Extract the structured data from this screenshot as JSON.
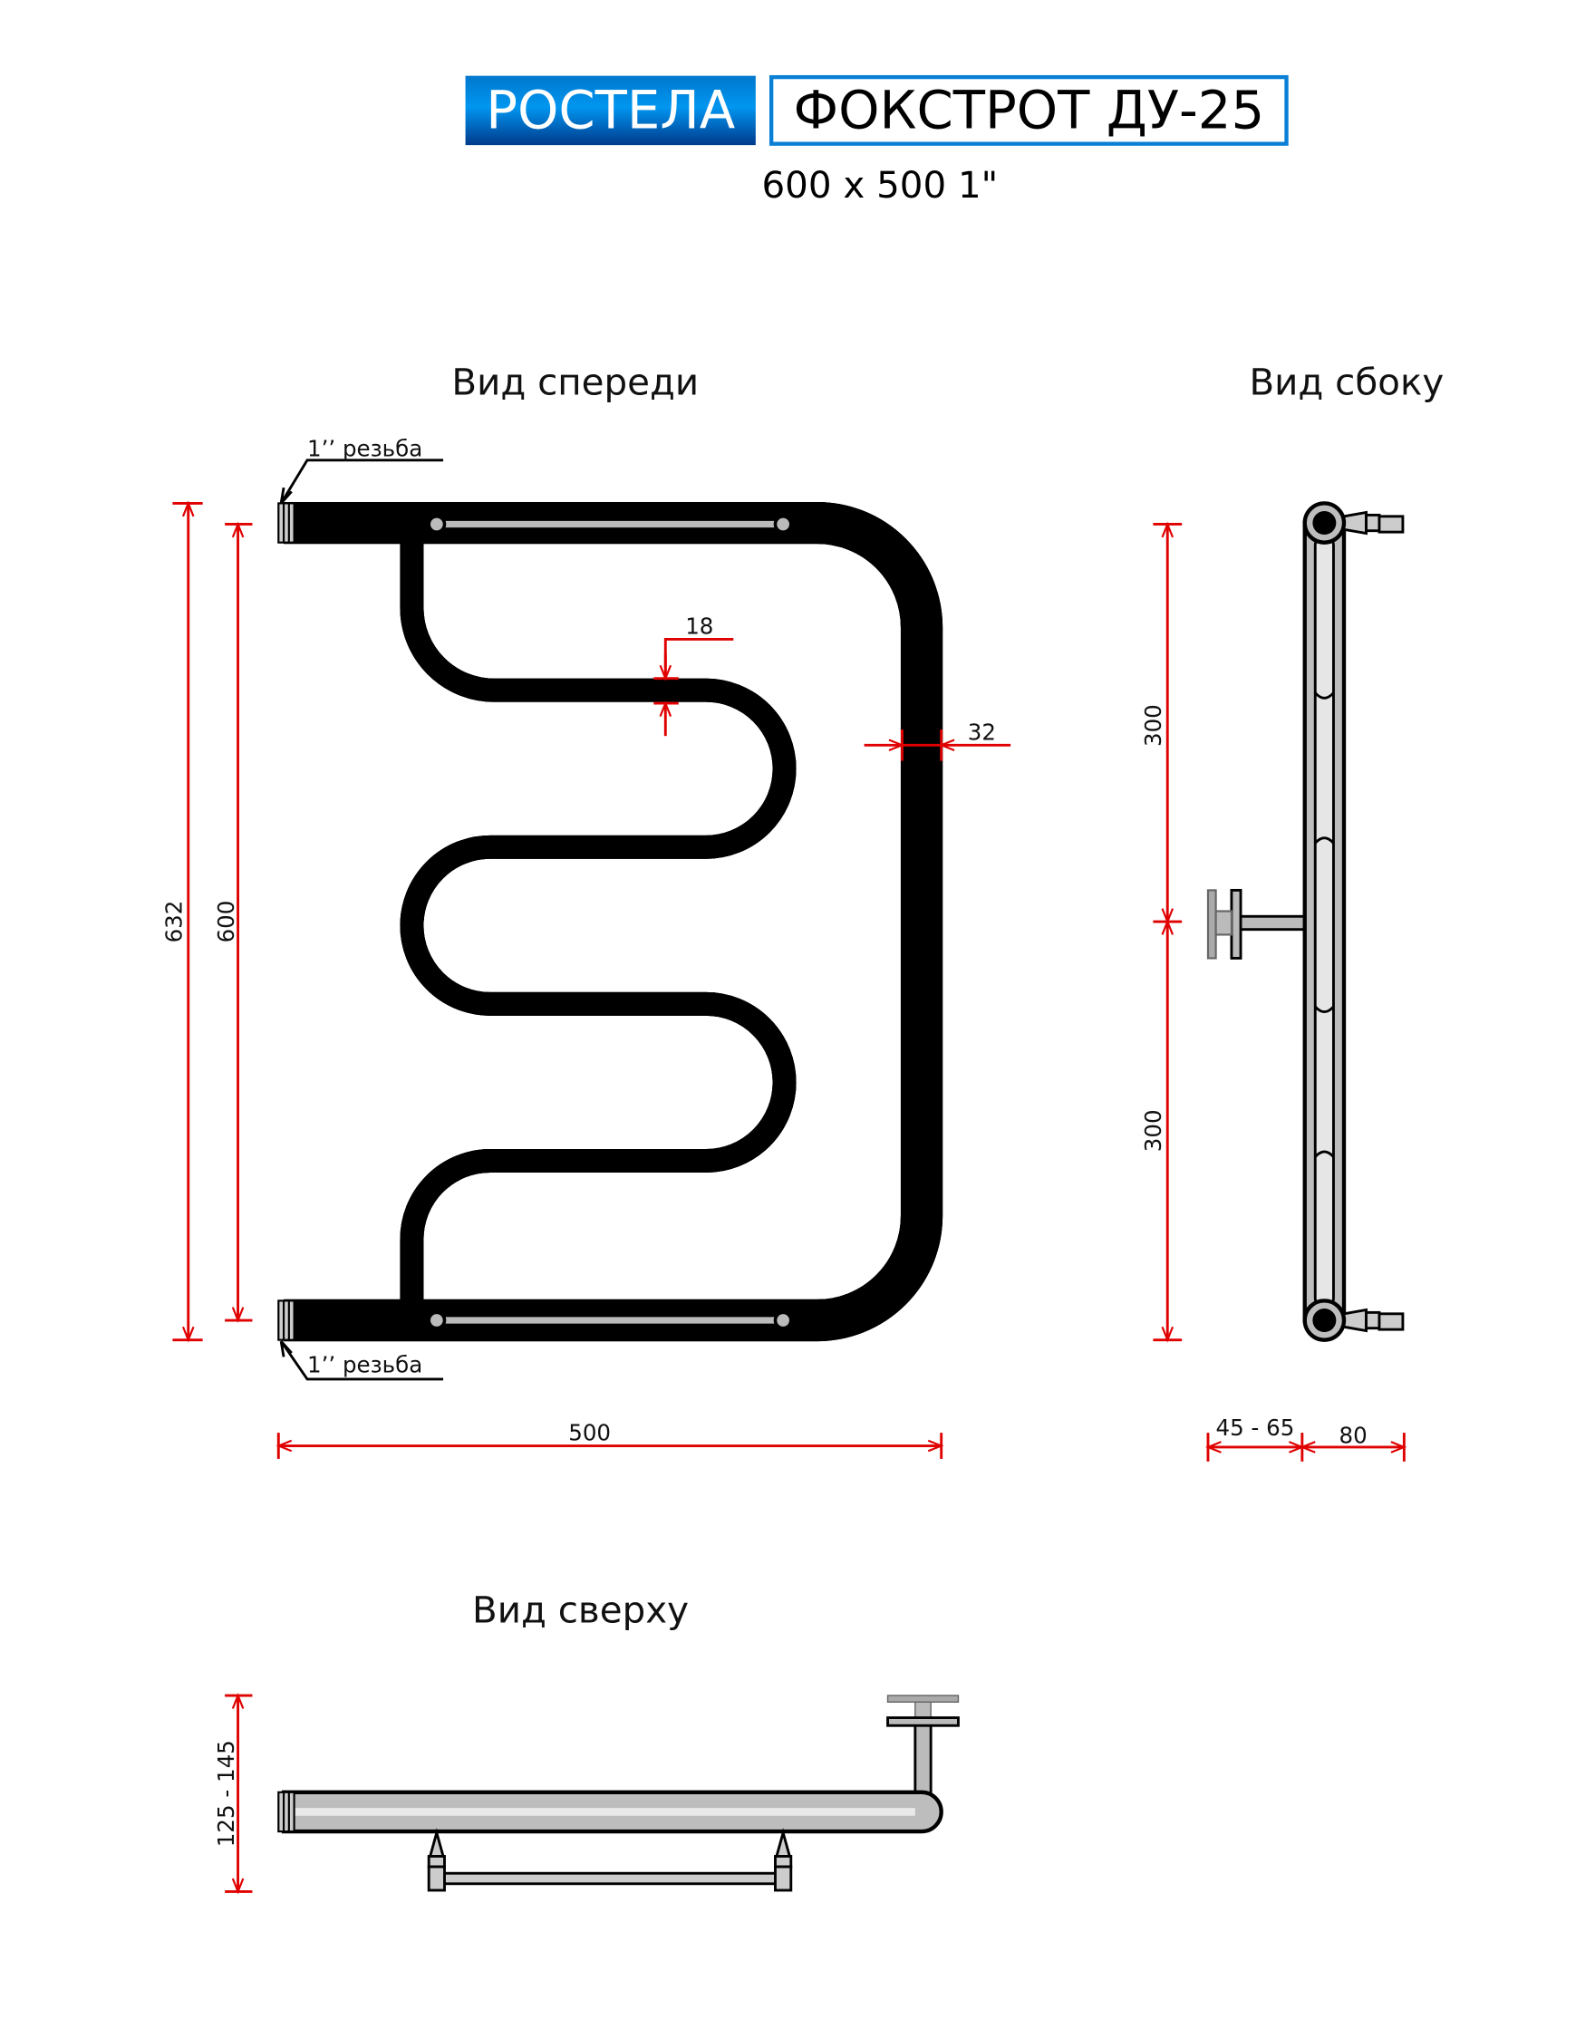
{
  "header": {
    "brand": "РОСТЕЛА",
    "model": "ФОКСТРОТ ДУ-25",
    "size": "600 x 500 1\""
  },
  "views": {
    "front": "Вид спереди",
    "side": "Вид сбоку",
    "top": "Вид сверху"
  },
  "front_dims": {
    "thread_top": "1’’ резьба",
    "thread_bottom": "1’’ резьба",
    "overall_height": "632",
    "center_distance": "600",
    "width": "500",
    "small_pipe": "18",
    "big_pipe": "32"
  },
  "side_dims": {
    "upper": "300",
    "lower": "300",
    "wall_gap": "45 - 65",
    "depth": "80"
  },
  "top_dims": {
    "depth": "125 - 145"
  },
  "colors": {
    "brand_blue": "#0a7fd6",
    "dimension_red": "#e00000",
    "pipe_gray": "#bdbdbd"
  }
}
